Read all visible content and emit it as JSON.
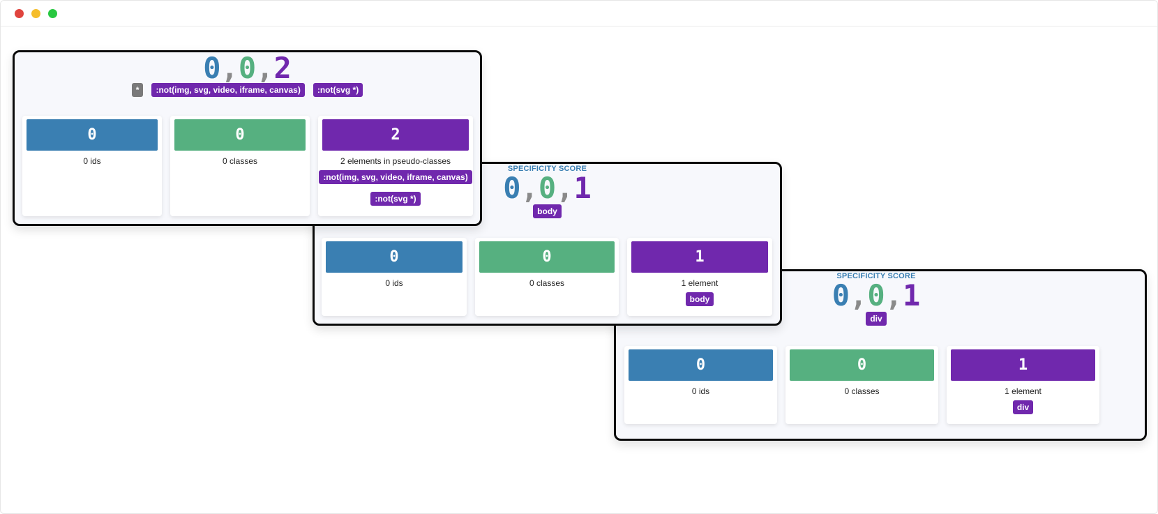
{
  "window": {
    "controls": [
      "close",
      "minimize",
      "maximize"
    ]
  },
  "colors": {
    "ids": "#3a7fb2",
    "classes": "#56b080",
    "elements": "#7028ad",
    "separator": "#8a8a8a",
    "universal": "#7a7a7a"
  },
  "panels": [
    {
      "label": "",
      "score": {
        "ids": "0",
        "classes": "0",
        "elements": "2",
        "sep": ","
      },
      "selectors": [
        {
          "text": "*",
          "kind": "universal"
        },
        {
          "text": ":not(img, svg, video, iframe, canvas)",
          "kind": "pseudo"
        },
        {
          "text": ":not(svg *)",
          "kind": "pseudo"
        }
      ],
      "cards": [
        {
          "value": "0",
          "desc": "0 ids",
          "tags": []
        },
        {
          "value": "0",
          "desc": "0 classes",
          "tags": []
        },
        {
          "value": "2",
          "desc": "2 elements in pseudo-classes",
          "tags": [
            ":not(img, svg, video, iframe, canvas)",
            ":not(svg *)"
          ]
        }
      ]
    },
    {
      "label": "SPECIFICITY SCORE",
      "score": {
        "ids": "0",
        "classes": "0",
        "elements": "1",
        "sep": ","
      },
      "selectors": [
        {
          "text": "body",
          "kind": "element"
        }
      ],
      "cards": [
        {
          "value": "0",
          "desc": "0 ids",
          "tags": []
        },
        {
          "value": "0",
          "desc": "0 classes",
          "tags": []
        },
        {
          "value": "1",
          "desc": "1 element",
          "tags": [
            "body"
          ]
        }
      ]
    },
    {
      "label": "SPECIFICITY SCORE",
      "score": {
        "ids": "0",
        "classes": "0",
        "elements": "1",
        "sep": ","
      },
      "selectors": [
        {
          "text": "div",
          "kind": "element"
        }
      ],
      "cards": [
        {
          "value": "0",
          "desc": "0 ids",
          "tags": []
        },
        {
          "value": "0",
          "desc": "0 classes",
          "tags": []
        },
        {
          "value": "1",
          "desc": "1 element",
          "tags": [
            "div"
          ]
        }
      ]
    }
  ]
}
